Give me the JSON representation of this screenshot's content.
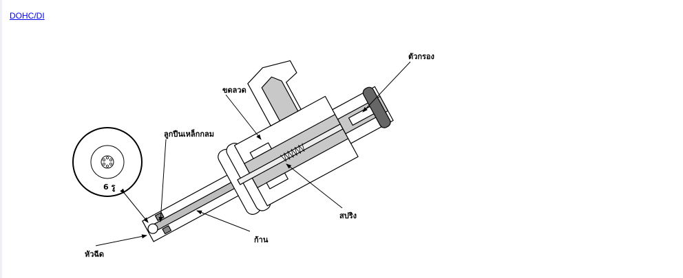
{
  "header": {
    "link_label": "DOHC/DI"
  },
  "figure": {
    "labels": {
      "coil": "ขดลวด",
      "ball": "ลูกปืนเหล็กกลม",
      "holes": "6 รู",
      "nozzle": "หัวฉีด",
      "needle": "ก้าน",
      "spring": "สปริง",
      "filter": "ตัวกรอง"
    }
  }
}
